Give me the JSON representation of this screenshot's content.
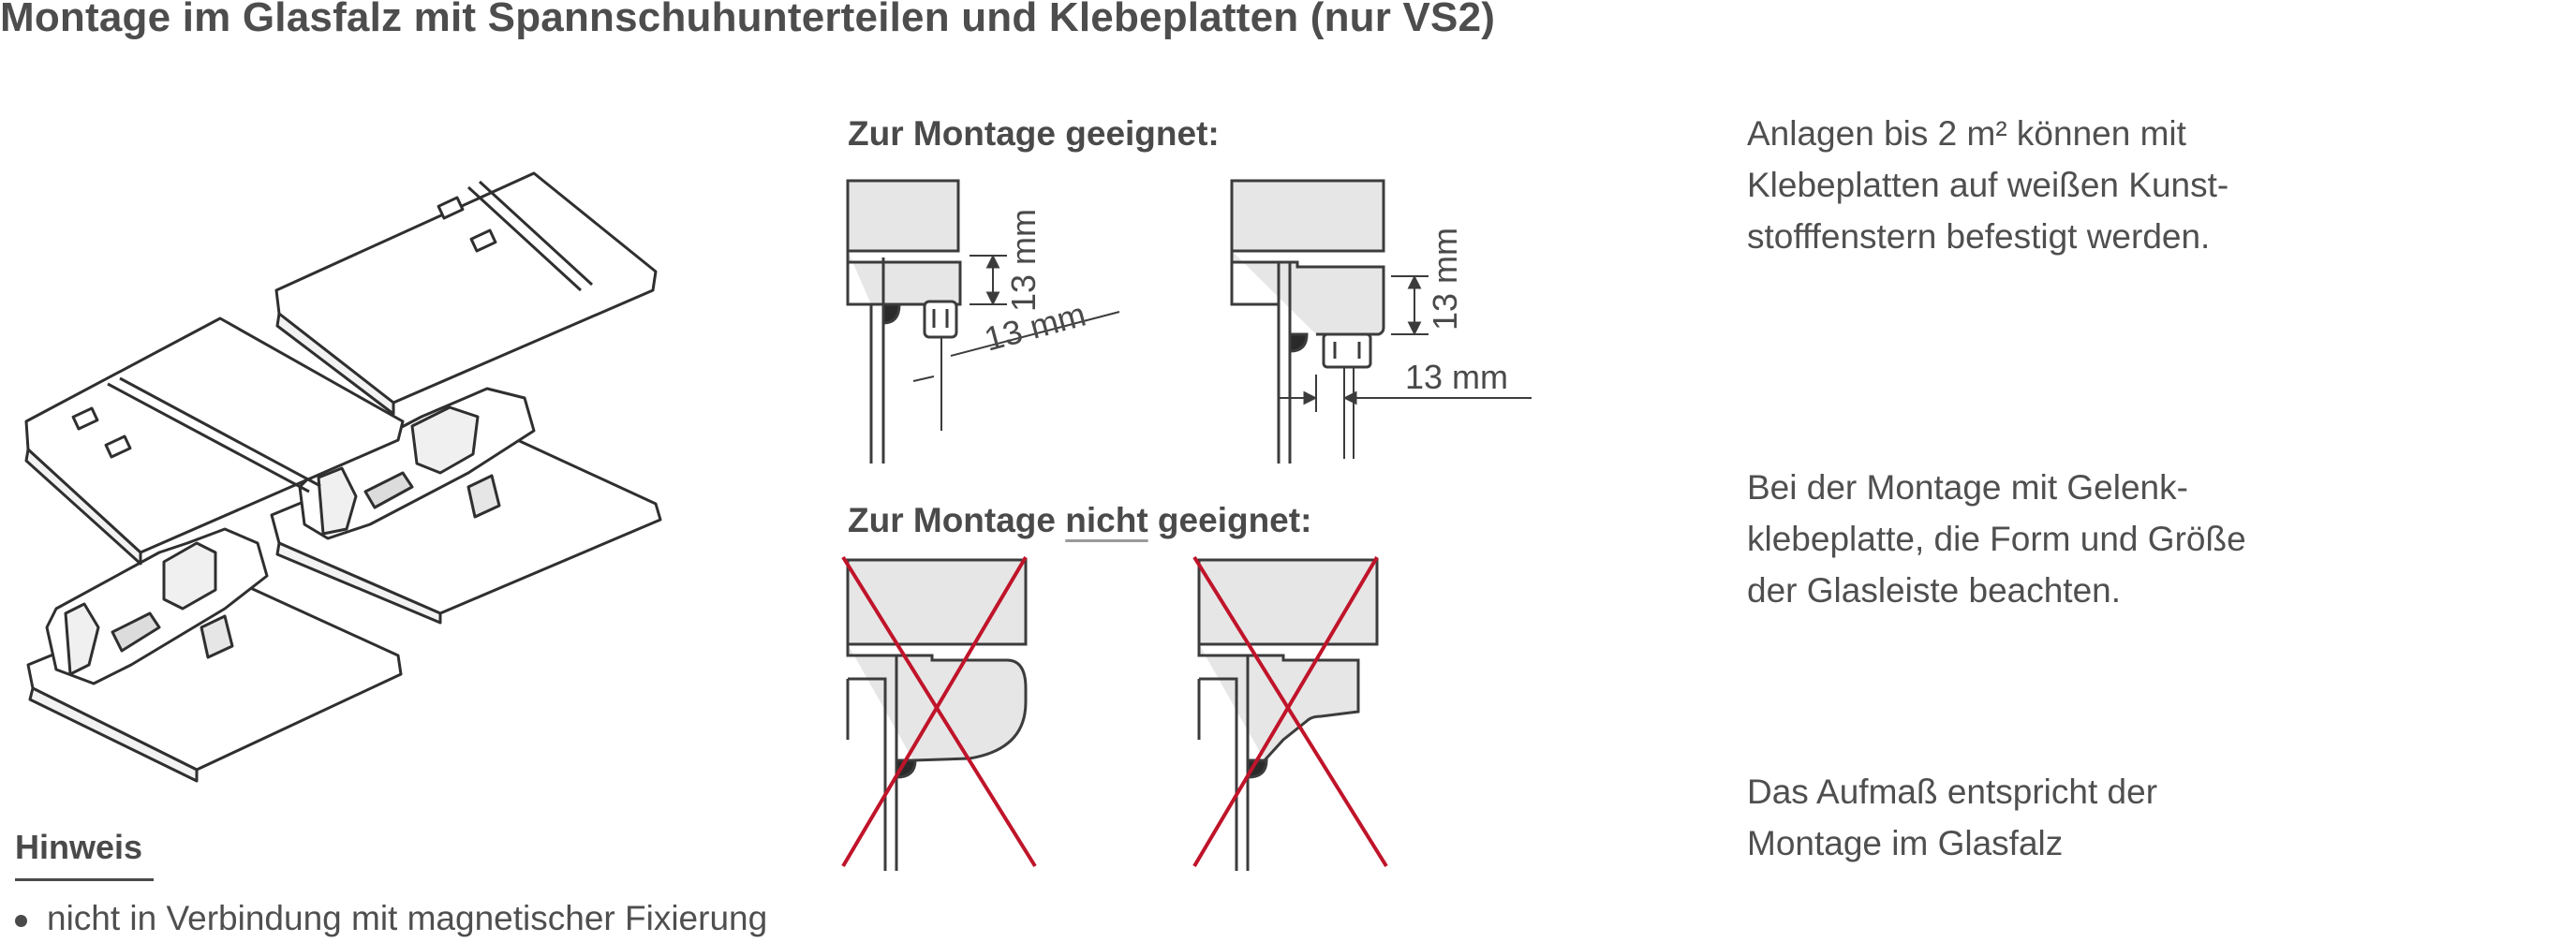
{
  "title": "Montage im Glasfalz mit Spannschuhunterteilen und  Klebeplatten (nur VS2)",
  "suitable_heading": "Zur Montage geeignet:",
  "unsuitable_heading": {
    "prefix": "Zur Montage ",
    "emphasis": "nicht",
    "suffix": " geeignet:"
  },
  "dimensions": {
    "diagram1_vertical": "13 mm",
    "diagram1_diagonal": "13 mm",
    "diagram2_vertical": "13 mm",
    "diagram2_horizontal": "13 mm"
  },
  "notes": {
    "note1": [
      "Anlagen bis 2 m² können mit",
      "Klebeplatten auf weißen Kunst-",
      "stofffenstern befestigt werden."
    ],
    "note2": [
      "Bei der Montage mit Gelenk-",
      "klebeplatte, die Form und Größe",
      "der Glasleiste beachten."
    ],
    "note3": [
      "Das Aufmaß entspricht der",
      "Montage im Glasfalz"
    ]
  },
  "hinweis": {
    "heading": "Hinweis",
    "items": [
      "nicht in Verbindung mit magnetischer Fixierung"
    ]
  },
  "colors": {
    "text": "#4a4a4a",
    "line": "#3c3c3c",
    "frame_fill": "#e6e6e6",
    "cross": "#c0142a"
  }
}
